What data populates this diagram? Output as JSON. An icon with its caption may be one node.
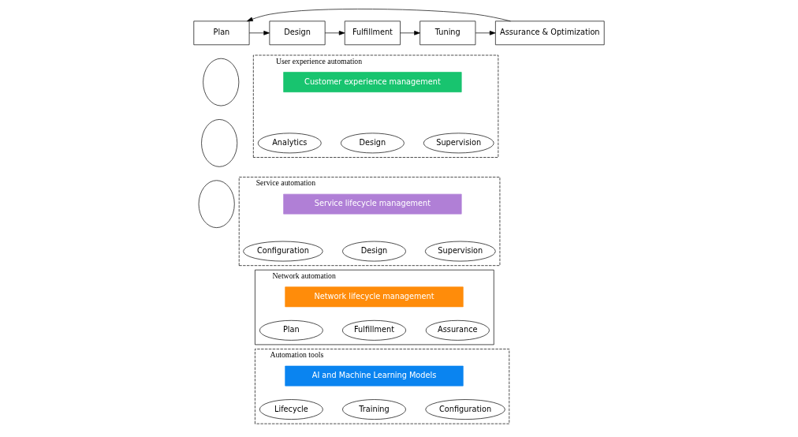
{
  "diagram": {
    "nodes": [
      {
        "text": [
          "Plan"
        ]
      },
      {
        "text": [
          "Design"
        ]
      },
      {
        "text": [
          "Fulfillment"
        ]
      },
      {
        "text": [
          "Tuning"
        ]
      },
      {
        "text": [
          "Assurance & Optimization"
        ]
      },
      {
        "text": [
          "User experience automation"
        ]
      },
      {
        "text": [
          "Customer experience management"
        ],
        "in": 5
      },
      {
        "text": [
          "Analytics"
        ],
        "in": 5
      },
      {
        "text": [
          "Design"
        ],
        "in": 5
      },
      {
        "text": [
          "Supervision"
        ],
        "in": 5
      },
      {
        "text": [
          "Service automation"
        ]
      },
      {
        "text": [
          "Service lifecycle management"
        ],
        "in": 10
      },
      {
        "text": [
          "Configuration"
        ],
        "in": 10
      },
      {
        "text": [
          "Design"
        ],
        "in": 10
      },
      {
        "text": [
          "Supervision"
        ],
        "in": 10
      },
      {
        "text": [
          "Network automation"
        ]
      },
      {
        "text": [
          "Network lifecycle management"
        ],
        "in": 15
      },
      {
        "text": [
          "Plan"
        ],
        "in": 15
      },
      {
        "text": [
          "Fulfillment"
        ],
        "in": 15
      },
      {
        "text": [
          "Assurance"
        ],
        "in": 15
      },
      {
        "text": [
          "Automation tools"
        ]
      },
      {
        "text": [
          "AI and Machine Learning Models"
        ],
        "in": 20
      },
      {
        "text": [
          "Lifecycle"
        ],
        "in": 20
      },
      {
        "text": [
          "Training"
        ],
        "in": 20
      },
      {
        "text": [
          "Configuration"
        ],
        "in": 20
      },
      {
        "text": [],
        "shape": "circle"
      },
      {
        "text": [],
        "shape": "circle"
      },
      {
        "text": [],
        "shape": "circle"
      }
    ],
    "edges": [
      {
        "from": 0,
        "to": 1,
        "arrow": "to"
      },
      {
        "from": 1,
        "to": 2,
        "arrow": "to"
      },
      {
        "from": 2,
        "to": 3,
        "arrow": "to"
      },
      {
        "from": 3,
        "to": 4,
        "arrow": "to"
      },
      {
        "from": 4,
        "to": 0,
        "arrow": "to"
      }
    ]
  }
}
